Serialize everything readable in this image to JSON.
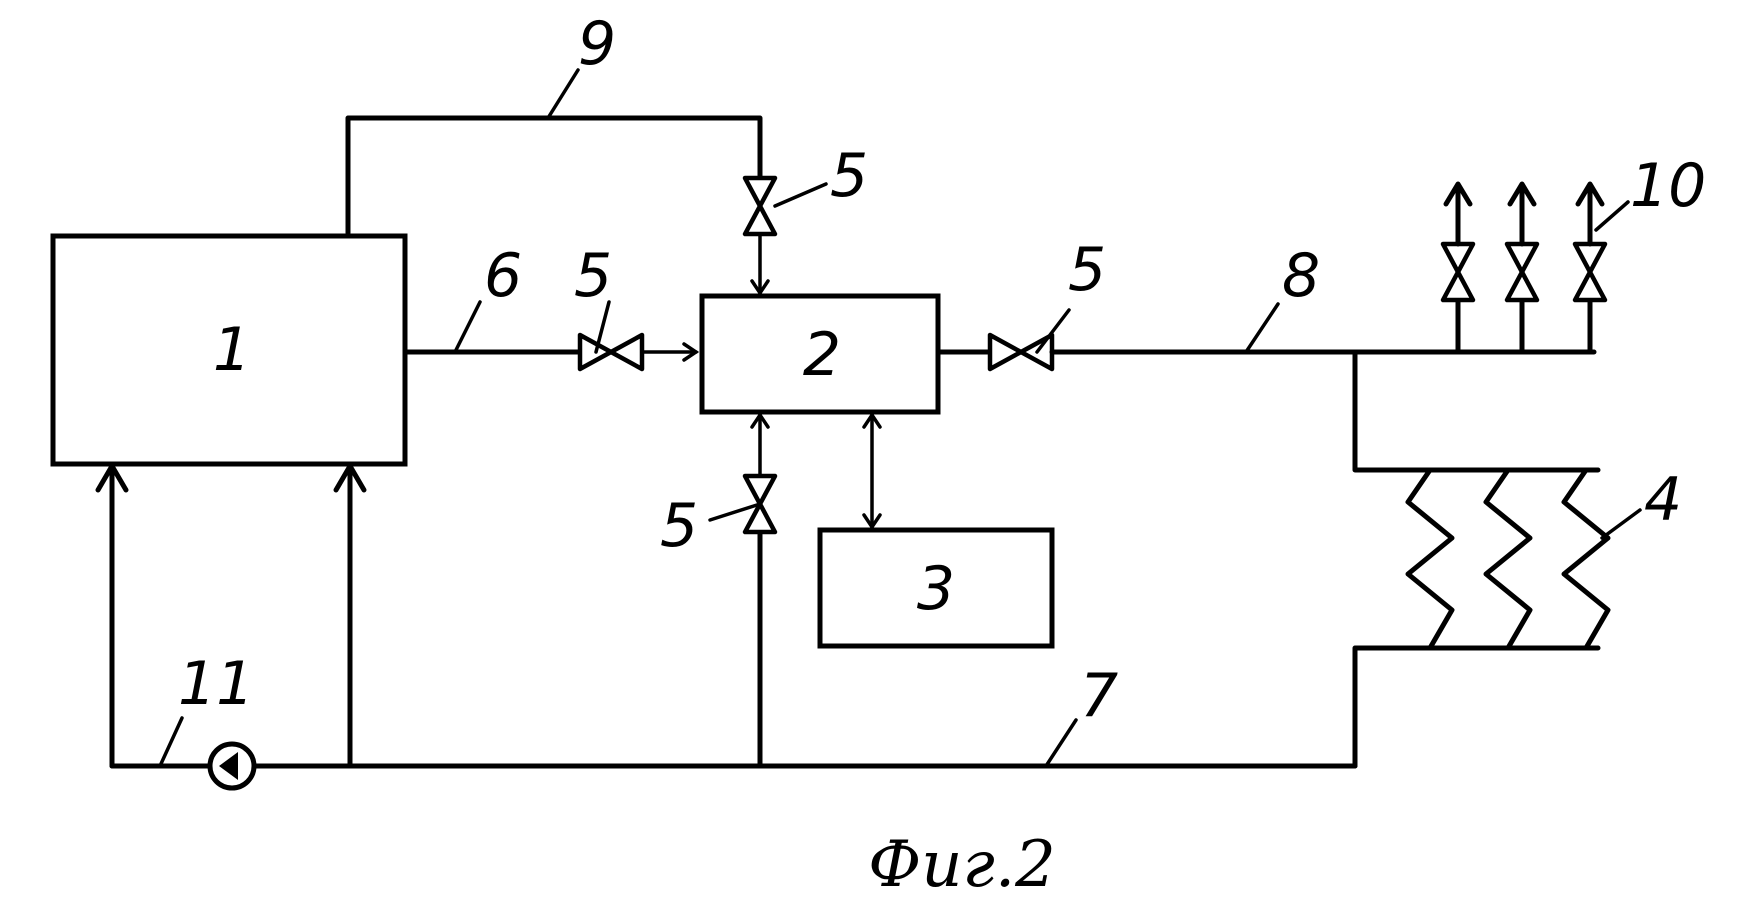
{
  "diagram": {
    "caption": "Фиг.2",
    "blocks": [
      {
        "id": "block-1",
        "label": "1"
      },
      {
        "id": "block-2",
        "label": "2"
      },
      {
        "id": "block-3",
        "label": "3"
      }
    ],
    "callouts": {
      "pipe_9": "9",
      "pipe_6": "6",
      "pipe_8": "8",
      "pipe_7": "7",
      "pipe_11": "11",
      "heat_exchanger_4": "4",
      "outlets_10": "10",
      "valve_top": "5",
      "valve_left": "5",
      "valve_right": "5",
      "valve_bottom": "5"
    }
  }
}
